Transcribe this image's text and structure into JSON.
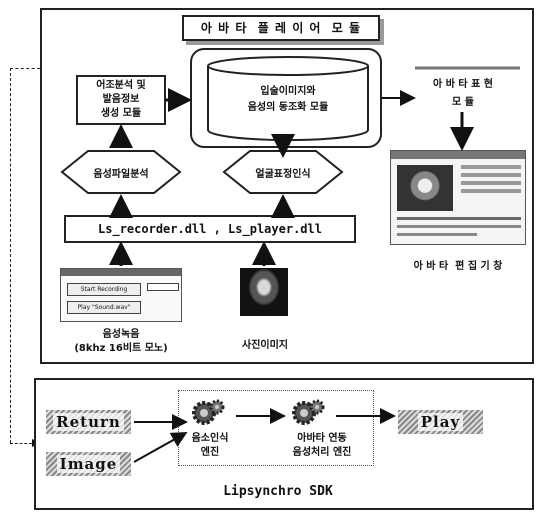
{
  "top": {
    "title": "아 바 타  플 레 이 어  모 듈",
    "analysis_box": "어조분석 및\n발음정보\n생성 모듈",
    "sync_box": "입술이미지와\n음성의 동조화 모듈",
    "expression_label": "아 바 타  표 현\n모 듈",
    "voice_diamond": "음성파일분석",
    "face_diamond": "얼굴표정인식",
    "dll_bar": "Ls_recorder.dll , Ls_player.dll",
    "recording_caption": "음성녹음\n(8khz 16비트 모노)",
    "photo_caption": "사진이미지",
    "editor_caption": "아 바 타  편 집 기 창"
  },
  "recorder_window": {
    "start_button": "Start Recording",
    "play_button": "Play \"Sound.wav\""
  },
  "bottom": {
    "return_label": "Return",
    "image_label": "Image",
    "play_label": "Play",
    "voice_engine": "음소인식\n엔진",
    "avatar_engine": "아바타 연동\n음성처리 엔진",
    "sdk_title": "Lipsynchro SDK"
  }
}
